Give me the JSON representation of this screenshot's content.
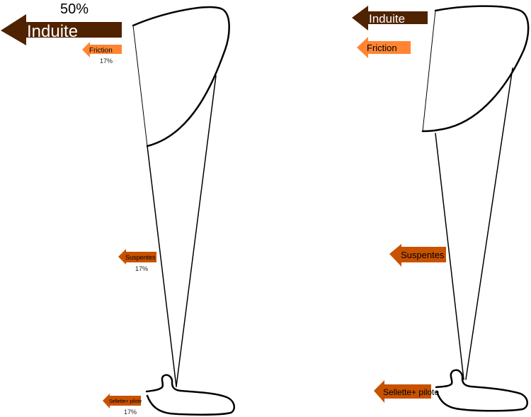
{
  "colors": {
    "induite": "#4f2200",
    "friction": "#ff8533",
    "suspentes": "#c85200",
    "sellette": "#c85200"
  },
  "left_diagram": {
    "total_label": "50%",
    "induite_label": "Induite",
    "friction_label": "Friction",
    "friction_percent": "17%",
    "suspentes_label": "Suspentes",
    "suspentes_percent": "17%",
    "sellette_label": "Sellette+ pilote",
    "sellette_percent": "17%"
  },
  "right_diagram": {
    "induite_label": "Induite",
    "friction_label": "Friction",
    "suspentes_label": "Suspentes",
    "sellette_label": "Sellette+ pilote"
  }
}
